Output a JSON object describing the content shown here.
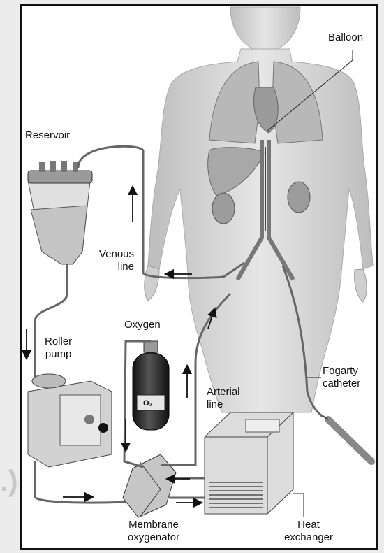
{
  "labels": {
    "balloon": "Balloon",
    "reservoir": "Reservoir",
    "venous_line": "Venous\nline",
    "oxygen": "Oxygen",
    "roller_pump": "Roller\npump",
    "arterial_line": "Arterial\nline",
    "fogarty_catheter": "Fogarty\ncatheter",
    "membrane_oxygenator": "Membrane\noxygenator",
    "heat_exchanger": "Heat\nexchanger",
    "o2_tank": "O₂",
    "edge_fragment": ".)"
  },
  "colors": {
    "frame": "#111111",
    "background": "#ececec",
    "body_skin": "#d9d9d9",
    "lungs": "#b5b5b5",
    "device_gray": "#cfcfcf",
    "tubing": "#555555"
  }
}
